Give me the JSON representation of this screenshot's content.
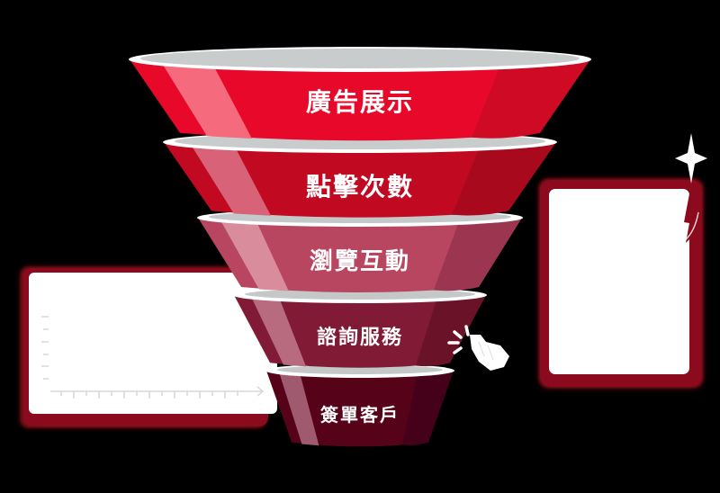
{
  "diagram": {
    "type": "sales-funnel",
    "background": "#000000",
    "stages": [
      {
        "label": "廣告展示",
        "color": "#e8092a",
        "highlight": "#f56a7c",
        "shade": "#cf0a25",
        "rim": "#c9cccc"
      },
      {
        "label": "點擊次數",
        "color": "#c10a22",
        "highlight": "#d86277",
        "shade": "#a8091d",
        "rim": "#c9cccc"
      },
      {
        "label": "瀏覽互動",
        "color": "#b84660",
        "highlight": "#d98c9c",
        "shade": "#9c3650",
        "rim": "#c4c8c8"
      },
      {
        "label": "諮詢服務",
        "color": "#801a35",
        "highlight": "#b86a7e",
        "shade": "#6a1228",
        "rim": "#c4c8c8"
      },
      {
        "label": "簽單客戶",
        "color": "#560219",
        "highlight": "#a05a70",
        "shade": "#46011a",
        "rim": "#c4c8c8"
      }
    ],
    "left_card": {
      "frame_color": "#8b0a1e",
      "fill": "#ffffff",
      "axis_color": "#d8d8d8",
      "y_ticks": 6,
      "x_ticks": 14
    },
    "right_card": {
      "frame_color": "#8b0a1e",
      "fill": "#ffffff"
    }
  }
}
